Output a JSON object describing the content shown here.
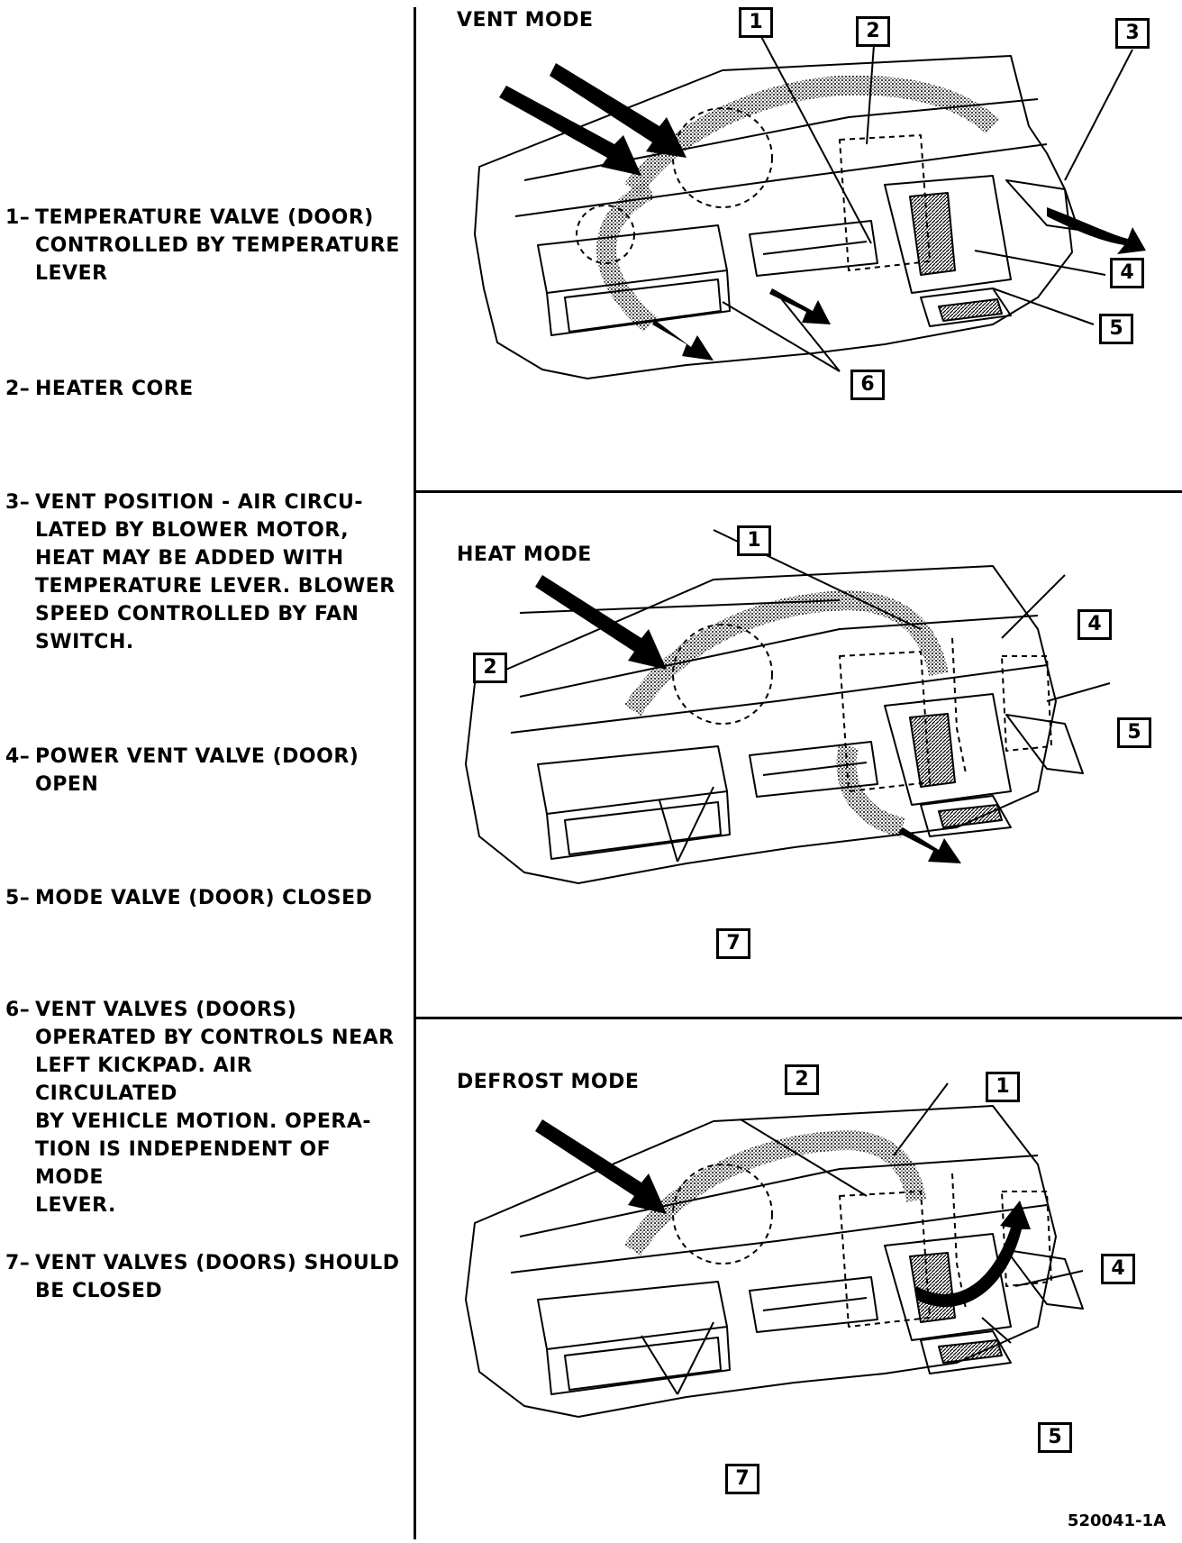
{
  "legend": [
    {
      "num": "1–",
      "text": "TEMPERATURE VALVE (DOOR)\nCONTROLLED BY TEMPERATURE\nLEVER"
    },
    {
      "num": "2–",
      "text": "HEATER CORE"
    },
    {
      "num": "3–",
      "text": "VENT POSITION - AIR CIRCU-\nLATED BY BLOWER MOTOR,\nHEAT MAY BE ADDED WITH\nTEMPERATURE LEVER. BLOWER\nSPEED CONTROLLED BY FAN\nSWITCH."
    },
    {
      "num": "4–",
      "text": "POWER VENT VALVE (DOOR)\nOPEN"
    },
    {
      "num": "5–",
      "text": "MODE VALVE (DOOR) CLOSED"
    },
    {
      "num": "6–",
      "text": "VENT VALVES (DOORS)\nOPERATED BY CONTROLS NEAR\nLEFT KICKPAD. AIR CIRCULATED\nBY VEHICLE MOTION. OPERA-\nTION IS INDEPENDENT OF MODE\nLEVER."
    },
    {
      "num": "7–",
      "text": "VENT VALVES (DOORS) SHOULD\nBE CLOSED"
    }
  ],
  "panels": {
    "vent": {
      "title": "VENT MODE",
      "callouts": [
        "1",
        "2",
        "3",
        "4",
        "5",
        "6"
      ]
    },
    "heat": {
      "title": "HEAT MODE",
      "callouts": [
        "1",
        "4",
        "2",
        "5",
        "7"
      ]
    },
    "defrost": {
      "title": "DEFROST MODE",
      "callouts": [
        "2",
        "1",
        "4",
        "5",
        "7"
      ]
    }
  },
  "figure_code": "520041-1A"
}
